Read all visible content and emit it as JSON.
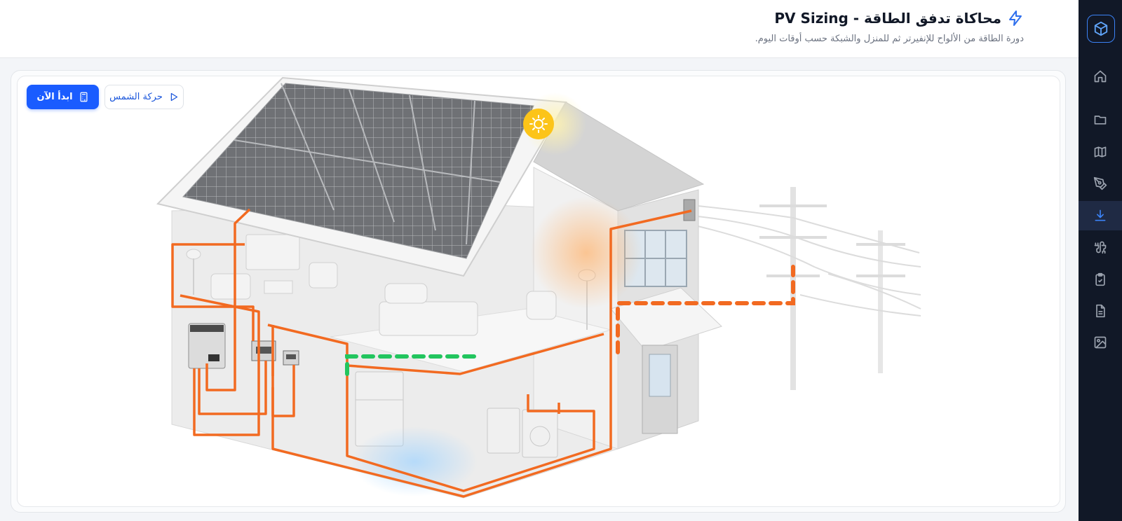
{
  "header": {
    "title": "محاكاة تدفق الطاقة - PV Sizing",
    "subtitle": "دورة الطاقة من الألواح للإنفيرتر ثم للمنزل والشبكة حسب أوقات اليوم.",
    "title_icon": "bolt-icon"
  },
  "toolbar": {
    "start_label": "ابدأ الآن",
    "start_icon": "calculator-icon",
    "sun_motion_label": "حركة الشمس",
    "sun_motion_icon": "play-icon"
  },
  "sidebar": {
    "logo_icon": "cube-icon",
    "items": [
      {
        "icon": "home-icon",
        "active": false
      },
      {
        "icon": "folder-icon",
        "active": false
      },
      {
        "icon": "map-icon",
        "active": false
      },
      {
        "icon": "pen-tool-icon",
        "active": false
      },
      {
        "icon": "download-icon",
        "active": true
      },
      {
        "icon": "cable-icon",
        "active": false
      },
      {
        "icon": "clipboard-check-icon",
        "active": false
      },
      {
        "icon": "document-icon",
        "active": false
      },
      {
        "icon": "image-icon",
        "active": false
      }
    ]
  },
  "colors": {
    "accent": "#1a5cff",
    "sidebar_bg": "#111827",
    "power_line": "#f26a21",
    "load_line": "#22c55e",
    "sun": "#fcc419"
  }
}
